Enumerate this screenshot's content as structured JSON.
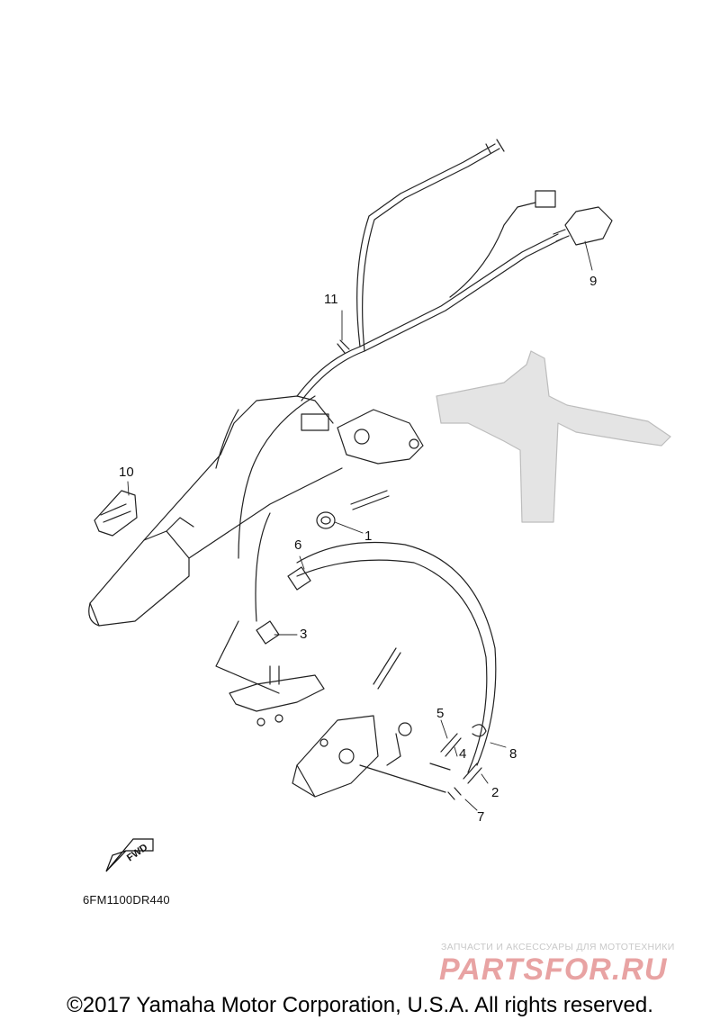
{
  "diagram": {
    "part_numbers": [
      "1",
      "2",
      "3",
      "4",
      "5",
      "6",
      "7",
      "8",
      "9",
      "10",
      "11"
    ],
    "direction_arrow_label": "FWD",
    "diagram_code": "6FM1100DR440"
  },
  "watermark": {
    "subtitle": "ЗАПЧАСТИ И АКСЕССУАРЫ ДЛЯ МОТОТЕХНИКИ",
    "logo": "PARTSFOR.RU"
  },
  "footer": {
    "copyright": "©2017 Yamaha Motor Corporation, U.S.A. All rights reserved."
  },
  "colors": {
    "line": "#222222",
    "ghost_part": "#cfcfcf",
    "watermark_logo": "#e8a3a3",
    "watermark_text": "#c8c8c8"
  }
}
